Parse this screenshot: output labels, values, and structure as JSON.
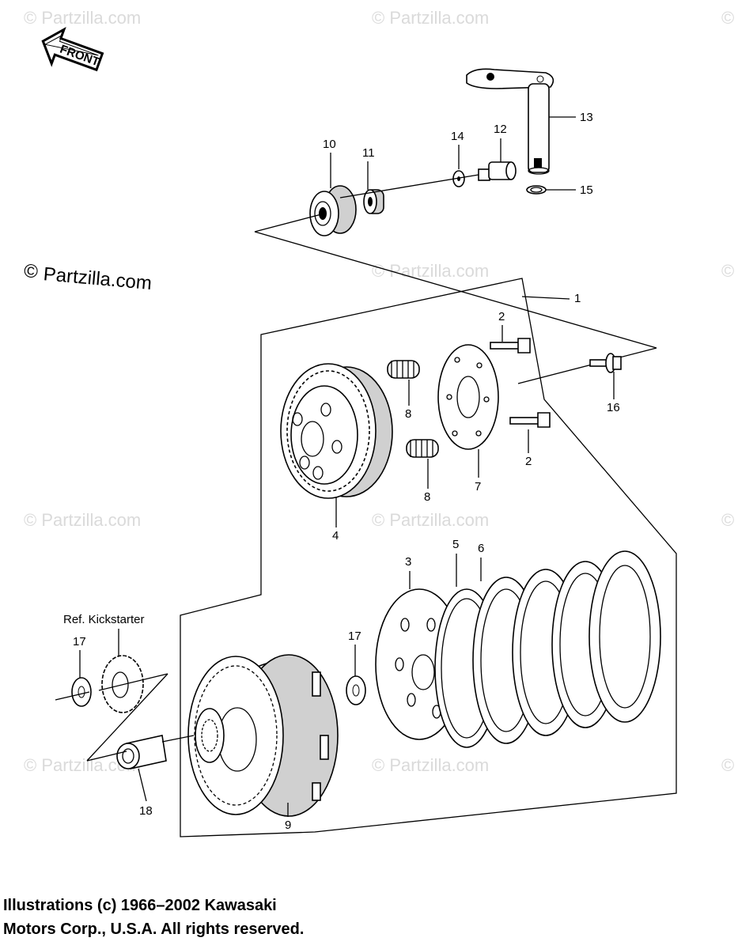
{
  "watermark": "© Partzilla.com",
  "watermark_short": "Partzilla.com",
  "front_label": "FRONT",
  "callouts": [
    "1",
    "2",
    "2",
    "3",
    "4",
    "5",
    "6",
    "7",
    "8",
    "8",
    "9",
    "10",
    "11",
    "12",
    "13",
    "14",
    "15",
    "16",
    "17",
    "17",
    "18"
  ],
  "ref_label": "Ref.  Kickstarter",
  "copyright": {
    "line1": "Illustrations (c) 1966–2002 Kawasaki",
    "line2": "Motors Corp., U.S.A.  All rights reserved."
  }
}
